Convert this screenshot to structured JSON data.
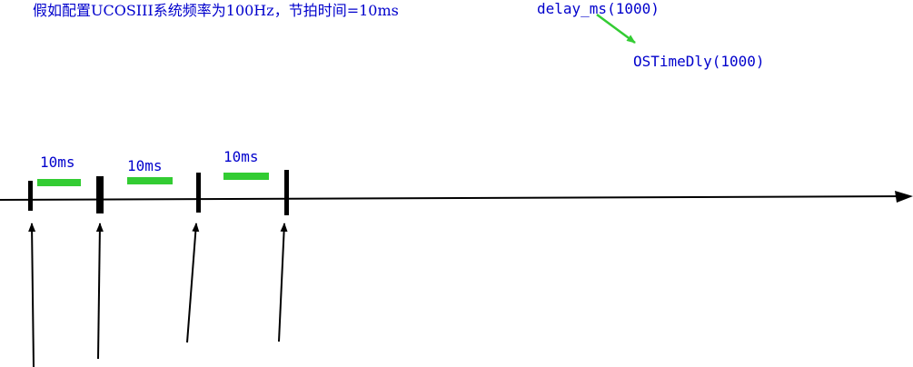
{
  "caption": "假如配置UCOSIII系统频率为100Hz，节拍时间=10ms",
  "call_mapping": {
    "source": "delay_ms(1000)",
    "target": "OSTimeDly(1000)"
  },
  "tick_interval_labels": [
    "10ms",
    "10ms",
    "10ms"
  ],
  "colors": {
    "text": "#0000cc",
    "interval_bar": "#33cc33",
    "mapping_arrow": "#33cc33",
    "axis": "#000000"
  }
}
